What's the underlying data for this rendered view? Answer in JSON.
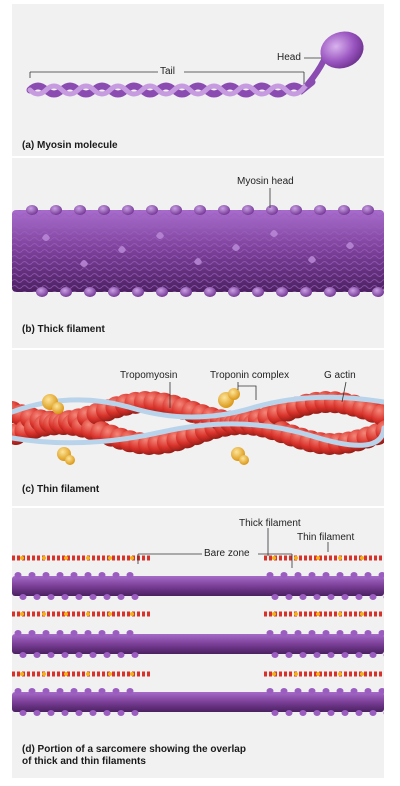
{
  "panels": {
    "a": {
      "caption": "(a) Myosin molecule",
      "labels": {
        "head": "Head",
        "tail": "Tail"
      }
    },
    "b": {
      "caption": "(b) Thick filament",
      "labels": {
        "myosin_head": "Myosin head"
      }
    },
    "c": {
      "caption": "(c) Thin filament",
      "labels": {
        "tropomyosin": "Tropomyosin",
        "troponin": "Troponin complex",
        "g_actin": "G actin"
      }
    },
    "d": {
      "caption_line1": "(d) Portion of a sarcomere showing the overlap",
      "caption_line2": "of thick and thin filaments",
      "labels": {
        "thick": "Thick filament",
        "thin": "Thin filament",
        "bare_zone": "Bare zone"
      }
    }
  },
  "colors": {
    "panel_bg": "#f1f1f2",
    "myosin_purple": "#7b3f98",
    "myosin_light": "#b07ad0",
    "actin_red": "#d8322a",
    "tropomyosin_blue": "#b9d4ea",
    "troponin_yellow": "#f2b21c"
  }
}
